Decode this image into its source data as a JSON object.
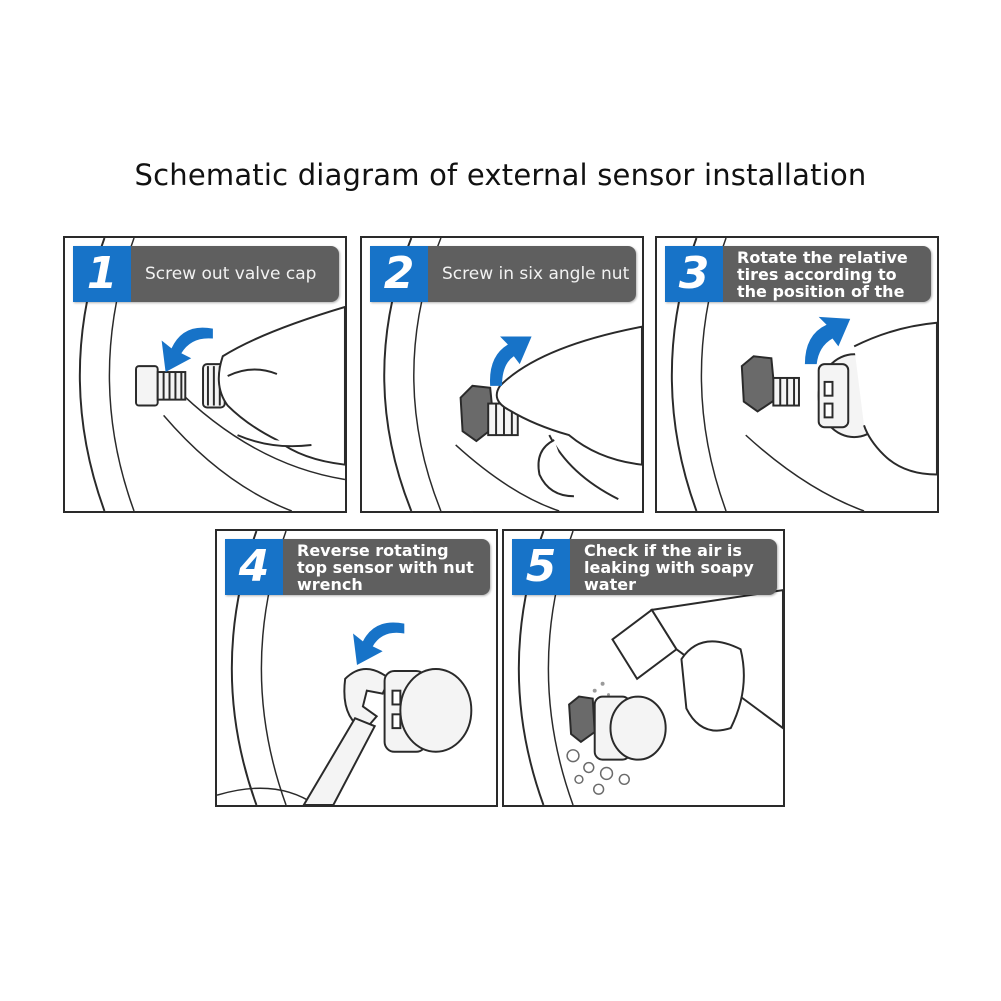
{
  "title": "Schematic diagram of external sensor installation",
  "steps": [
    {
      "number": "1",
      "label": "Screw out valve cap"
    },
    {
      "number": "2",
      "label": "Screw in six angle nut"
    },
    {
      "number": "3",
      "label": "Rotate the relative tires according to the position of the sensor"
    },
    {
      "number": "4",
      "label": "Reverse rotating top sensor with nut wrench"
    },
    {
      "number": "5",
      "label": "Check if the air is leaking with soapy water"
    }
  ],
  "colors": {
    "number_badge": "#1773c8",
    "banner": "#5f5f5f",
    "arrow": "#1773c8",
    "line": "#2a2a2a"
  },
  "icons": [
    "blue-arrow-icon",
    "valve-stem-icon",
    "hand-icon",
    "hex-nut-icon",
    "sensor-cap-icon",
    "wrench-icon",
    "spray-bottle-icon"
  ]
}
